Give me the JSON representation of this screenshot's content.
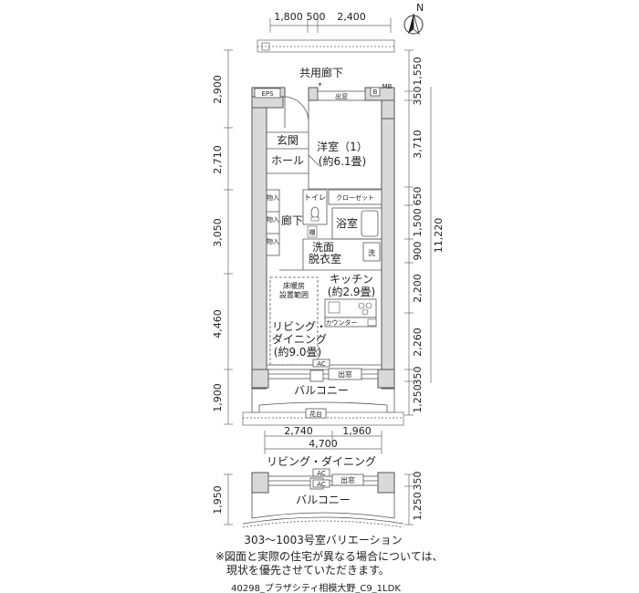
{
  "compass": {
    "label": "N"
  },
  "dims_top": [
    "1,800",
    "500",
    "2,400"
  ],
  "dims_left": [
    "2,900",
    "2,710",
    "3,050",
    "4,460",
    "1,900"
  ],
  "dims_right": [
    "1,550",
    "350",
    "3,710",
    "650",
    "1,500",
    "11,220",
    "900",
    "2,200",
    "2,260",
    "350",
    "1,250"
  ],
  "rooms": {
    "corridor": "共用廊下",
    "eps": "EPS",
    "mb": "MB",
    "b": "B",
    "window_top": "出窓",
    "genkan": "玄関",
    "hall": "ホール",
    "youshitsu": "洋室（1）",
    "youshitsu_size": "(約6.1畳)",
    "storage1": "物入",
    "storage2": "物入",
    "storage3": "物入",
    "toilet": "トイレ",
    "closet": "クローゼット",
    "rouka": "廊下",
    "shoe": "棚",
    "bath": "浴室",
    "senmen1": "洗面",
    "senmen2": "脱衣室",
    "wash": "洗",
    "kitchen": "キッチン",
    "kitchen_size": "(約2.9畳)",
    "counter": "カウンター",
    "floorheat1": "床暖房",
    "floorheat2": "設置範囲",
    "living1": "リビング・",
    "living2": "ダイニング",
    "living_size": "(約9.0畳)",
    "ac": "AC",
    "window_bottom": "出窓",
    "balcony": "バルコニー",
    "planter": "花台"
  },
  "variation": {
    "dims": [
      "2,740",
      "1,960"
    ],
    "total": "4,700",
    "living": "リビング・ダイニング",
    "ac": "AC",
    "ac2": "AC",
    "window": "出窓",
    "balcony": "バルコニー",
    "left_dim": "1,950",
    "right_dim1": "350",
    "right_dim2": "1,250",
    "caption": "303～1003号室バリエーション"
  },
  "notes": {
    "line1": "※図面と実際の住宅が異なる場合については、",
    "line2": "現状を優先させていただきます。"
  },
  "footer": "40298_プラザシティ相模大野_C9_1LDK"
}
